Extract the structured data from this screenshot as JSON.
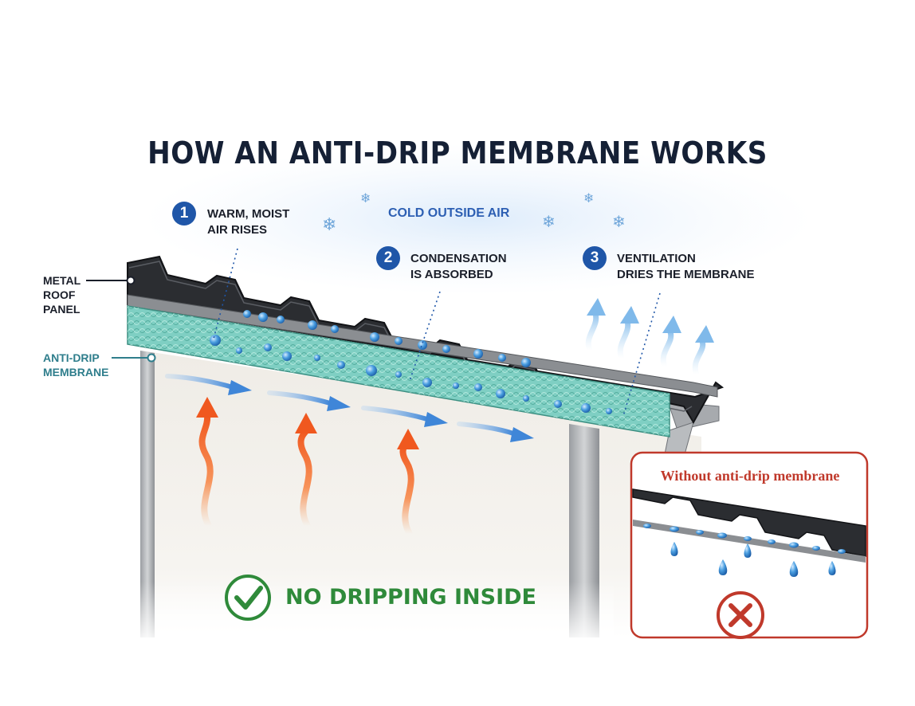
{
  "title": "HOW AN ANTI-DRIP MEMBRANE WORKS",
  "cold_air_label": "COLD OUTSIDE AIR",
  "steps": [
    {
      "number": "1",
      "text": "WARM, MOIST\nAIR RISES"
    },
    {
      "number": "2",
      "text": "CONDENSATION\nIS ABSORBED"
    },
    {
      "number": "3",
      "text": "VENTILATION\nDRIES THE MEMBRANE"
    }
  ],
  "side_labels": {
    "roof": "METAL\nROOF\nPANEL",
    "membrane": "ANTI-DRIP\nMEMBRANE"
  },
  "result": "NO DRIPPING INSIDE",
  "inset": {
    "title": "Without anti-drip membrane"
  },
  "colors": {
    "title": "#152035",
    "step_badge": "#1f56a8",
    "membrane": "#7fcfc3",
    "warm_arrow": "#f26a2a",
    "air_flow_arrow": "#3f86d8",
    "vent_arrow": "#8fc4ee",
    "success": "#2f8a3a",
    "error": "#c0392b"
  },
  "icons": [
    "snowflake-icon",
    "check-circle-icon",
    "x-circle-icon",
    "water-droplet-icon"
  ]
}
